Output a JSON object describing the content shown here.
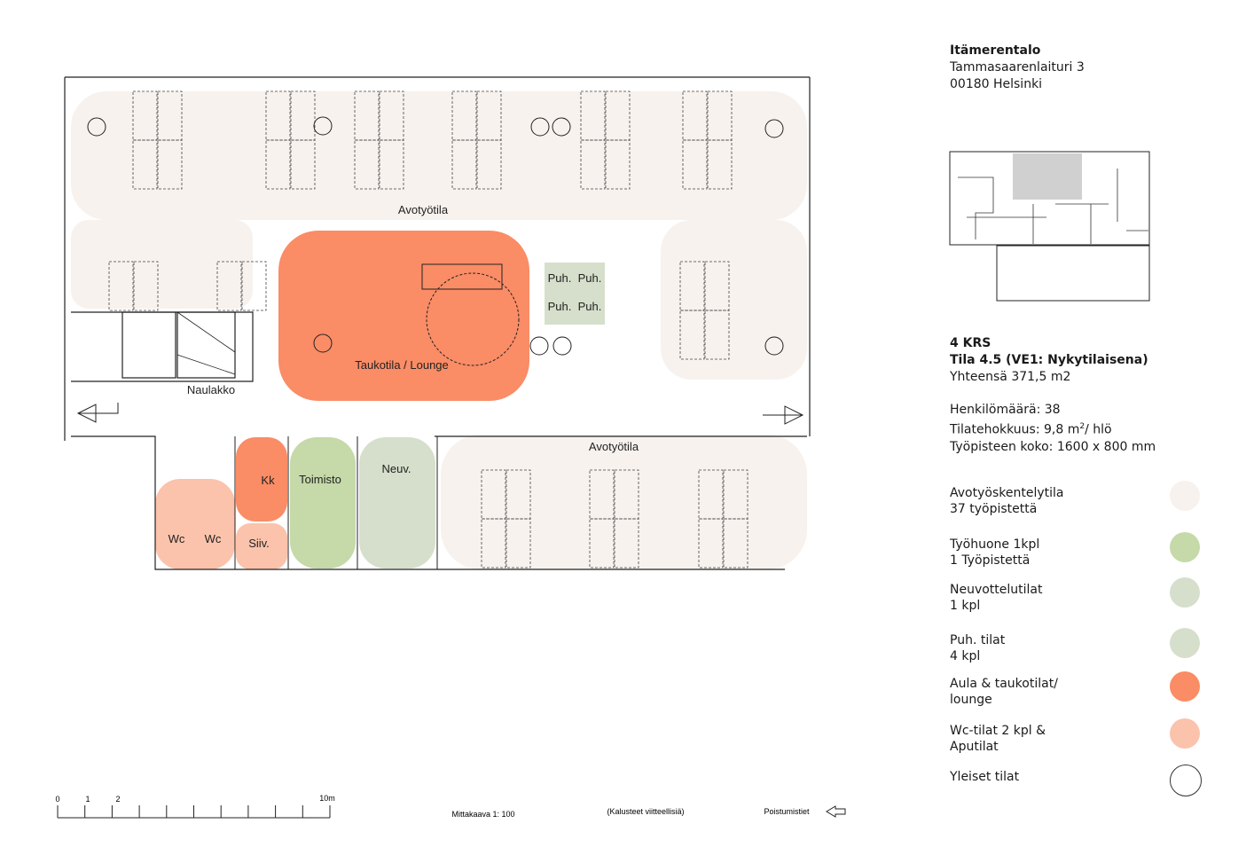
{
  "building": {
    "name": "Itämerentalo",
    "street": "Tammasaarenlaituri 3",
    "city": "00180 Helsinki"
  },
  "space": {
    "floor": "4 KRS",
    "title": "Tila 4.5 (VE1: Nykytilaisena)",
    "total": "Yhteensä 371,5 m2",
    "people": "Henkilömäärä: 38",
    "efficiency_pre": "Tilatehokkuus:  9,8 m",
    "efficiency_sup": "2",
    "efficiency_post": "/ hlö",
    "desk_size": "Työpisteen koko: 1600 x 800 mm"
  },
  "legend": [
    {
      "l1": "Avotyöskentelytila",
      "l2": "37 työpistettä",
      "color": "#f7f2ee"
    },
    {
      "l1": "Työhuone 1kpl",
      "l2": "1 Työpistettä",
      "color": "#c5d9a9"
    },
    {
      "l1": "Neuvottelutilat",
      "l2": "1 kpl",
      "color": "#d6dfcb"
    },
    {
      "l1": "Puh. tilat",
      "l2": "4 kpl",
      "color": "#d6dfcb"
    },
    {
      "l1": "Aula & taukotilat/",
      "l2": "lounge",
      "color": "#fa8c66"
    },
    {
      "l1": "Wc-tilat 2 kpl &",
      "l2": "Aputilat",
      "color": "#fbc3ab"
    },
    {
      "l1": "Yleiset tilat",
      "l2": "",
      "color": "#ffffff"
    }
  ],
  "plan": {
    "open1": "Avotyötila",
    "open2": "Avotyötila",
    "lounge": "Taukotila / Lounge",
    "coat": "Naulakko",
    "phone": "Puh.",
    "kitchen": "Kk",
    "office": "Toimisto",
    "meeting": "Neuv.",
    "wc": "Wc",
    "cleaning": "Siiv."
  },
  "footer": {
    "scale_ticks": [
      "0",
      "1",
      "2",
      "10m"
    ],
    "scale": "Mittakaava 1: 100",
    "note": "(Kalusteet viitteellisiä)",
    "exits": "Poistumistiet"
  }
}
